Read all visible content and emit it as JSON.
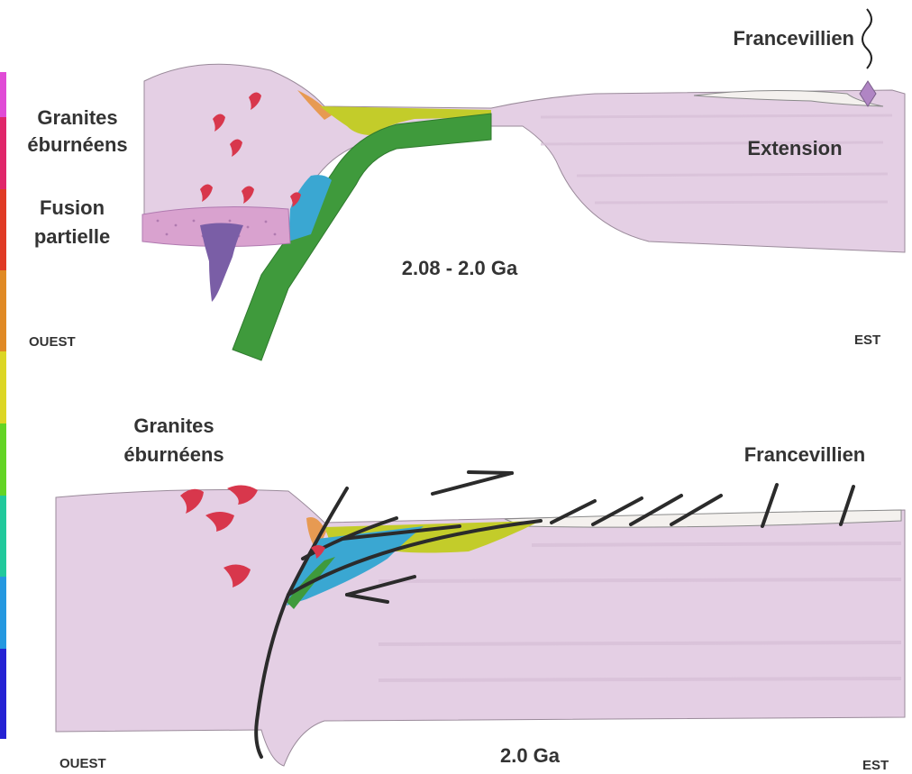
{
  "top_section": {
    "label_granites_line1": "Granites",
    "label_granites_line2": "éburnéens",
    "label_fusion_line1": "Fusion",
    "label_fusion_line2": "partielle",
    "label_francevillien": "Francevillien",
    "label_extension": "Extension",
    "label_age": "2.08 - 2.0 Ga",
    "label_west": "OUEST",
    "label_east": "EST"
  },
  "bottom_section": {
    "label_granites_line1": "Granites",
    "label_granites_line2": "éburnéens",
    "label_francevillien": "Francevillien",
    "label_age": "2.0 Ga",
    "label_west": "OUEST",
    "label_east": "EST"
  },
  "colors": {
    "crust": "#e4cfe4",
    "slab": "#3f9a3c",
    "yellow_green": "#c3cc2a",
    "orange": "#e79a52",
    "blue": "#3aa7d2",
    "melt_zone": "#d9a2cf",
    "pluton": "#7a5ea6",
    "granite": "#d8374c",
    "fault": "#2b2b2b",
    "francevillien_basin": "#f4f1ee"
  }
}
